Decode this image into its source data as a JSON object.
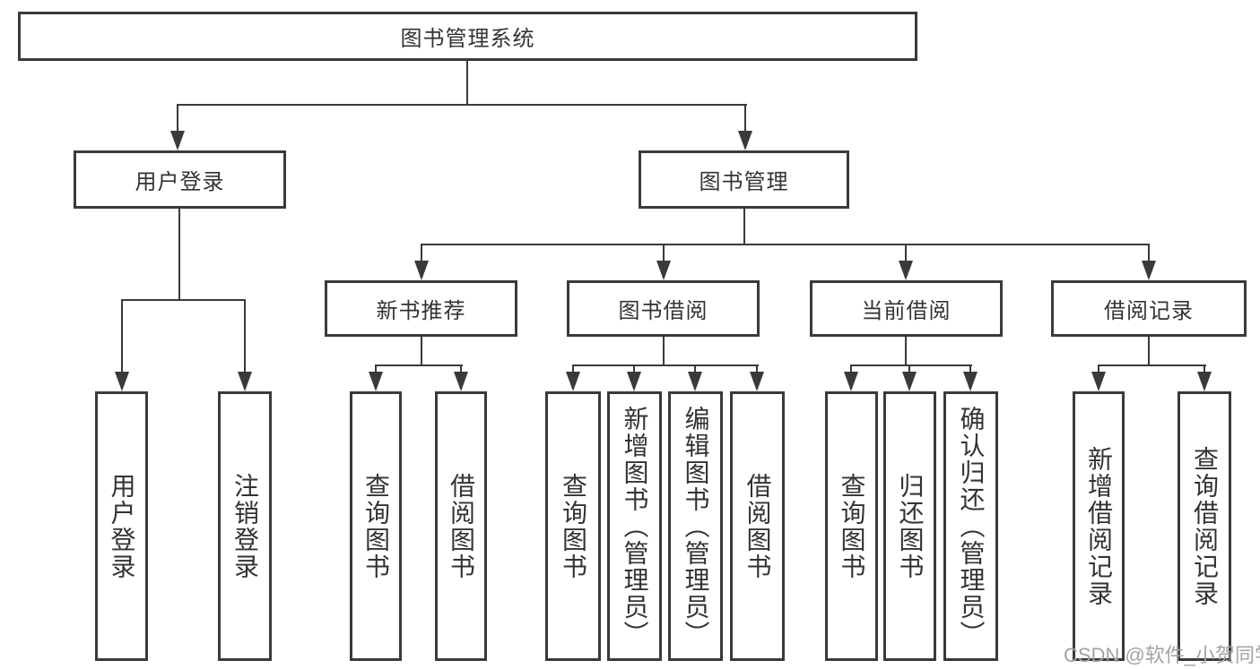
{
  "diagram": {
    "root": {
      "label": "图书管理系统"
    },
    "branches": [
      {
        "label": "用户登录",
        "children": [
          "用户登录",
          "注销登录"
        ]
      },
      {
        "label": "图书管理",
        "groups": [
          {
            "label": "新书推荐",
            "children": [
              "查询图书",
              "借阅图书"
            ]
          },
          {
            "label": "图书借阅",
            "children": [
              "查询图书",
              "新增图书（管理员）",
              "编辑图书（管理员）",
              "借阅图书"
            ]
          },
          {
            "label": "当前借阅",
            "children": [
              "查询图书",
              "归还图书",
              "确认归还（管理员）"
            ]
          },
          {
            "label": "借阅记录",
            "children": [
              "新增借阅记录",
              "查询借阅记录"
            ]
          }
        ]
      }
    ]
  },
  "watermark": {
    "text": "CSDN @软件_小贺同学"
  },
  "colors": {
    "line": "#3a3a3a",
    "text": "#333333",
    "watermark": "#a3a3a3",
    "background": "#ffffff"
  }
}
